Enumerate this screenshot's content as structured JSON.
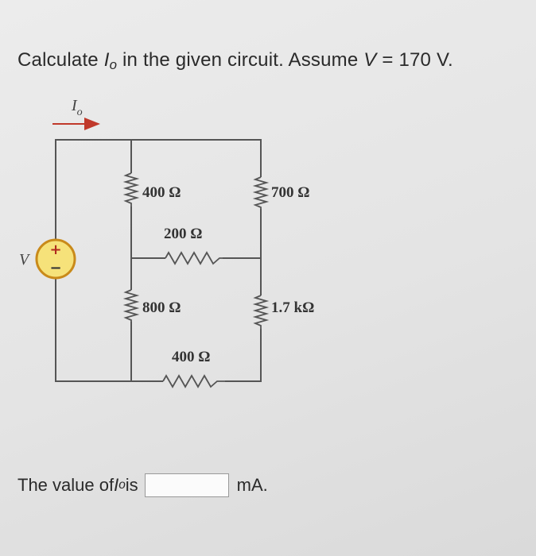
{
  "question": {
    "prefix": "Calculate ",
    "var": "I",
    "sub": "o",
    "middle": " in the given circuit. Assume ",
    "vvar": "V",
    "suffix": " = 170 V."
  },
  "circuit": {
    "current_label": "I",
    "current_sub": "o",
    "source_label": "V",
    "source_plus": "+",
    "source_minus": "−",
    "resistors": {
      "r_top_left": "400 Ω",
      "r_top_right": "700 Ω",
      "r_mid_horizontal": "200 Ω",
      "r_bottom_left": "800 Ω",
      "r_bottom_right": "1.7 kΩ",
      "r_bottom_horizontal": "400 Ω"
    }
  },
  "answer": {
    "prefix": "The value of ",
    "var": "I",
    "sub": "o",
    "suffix": " is",
    "value": "",
    "unit": "mA."
  }
}
